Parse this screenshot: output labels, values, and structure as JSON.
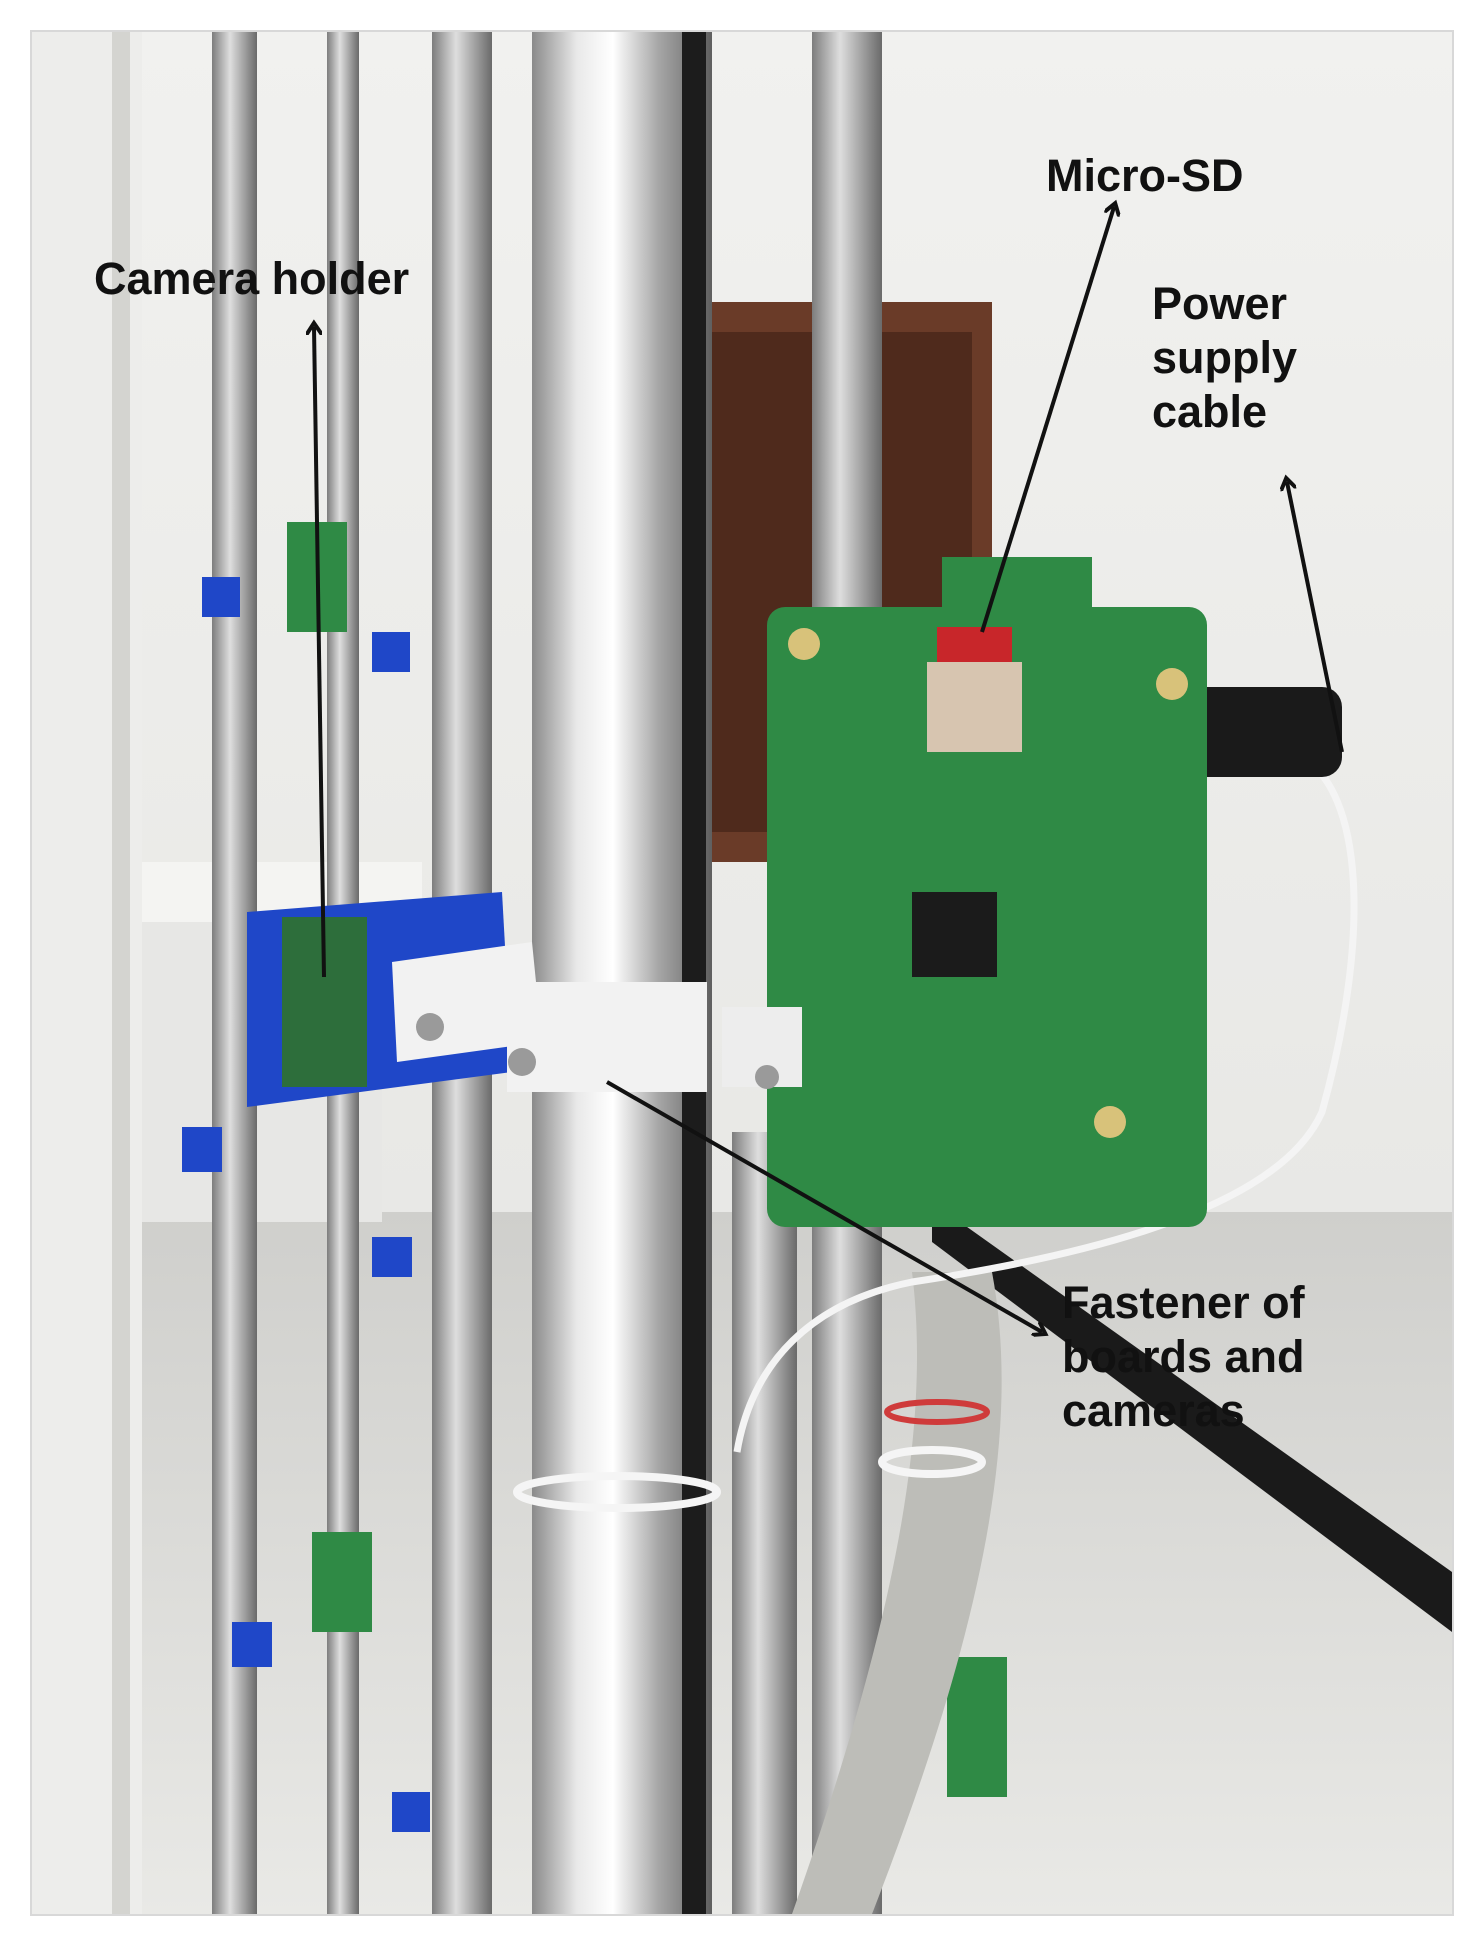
{
  "figure": {
    "labels": {
      "camera_holder": "Camera holder",
      "micro_sd": "Micro-SD",
      "power_supply_cable": "Power\nsupply\ncable",
      "fastener": "Fastener of\nboards and\ncameras"
    }
  },
  "colors": {
    "background_wall": "#e6e6e4",
    "steel_pole": "#c9c9c9",
    "pcb_green": "#2f8a45",
    "camera_holder_blue": "#1f47c8",
    "fastener_white": "#f2f2f2",
    "arrow": "#111111",
    "floor": "#d9d9d6"
  }
}
